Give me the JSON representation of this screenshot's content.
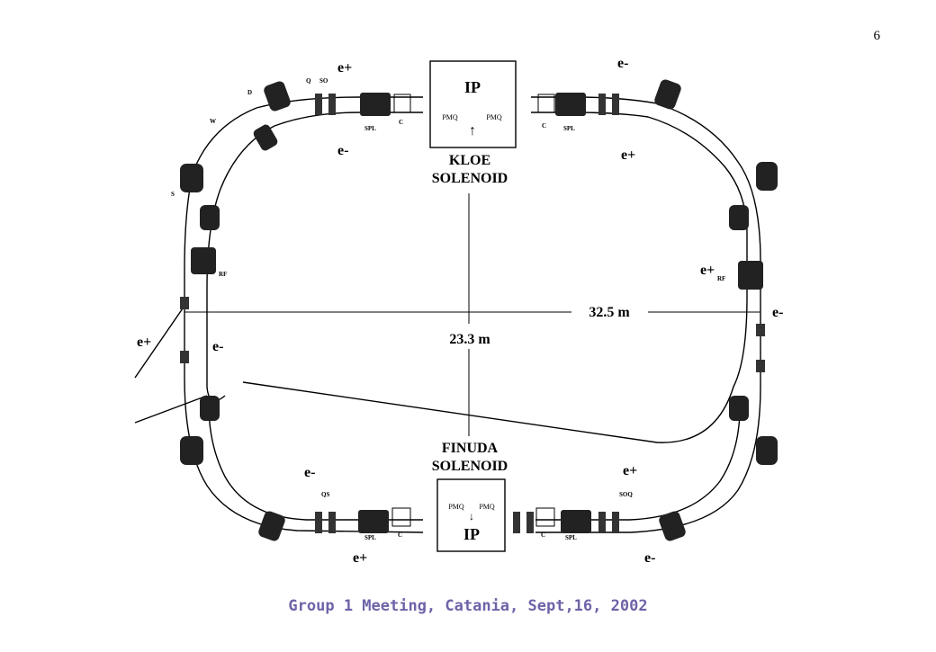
{
  "page_number": "6",
  "footer": "Group 1 Meeting, Catania, Sept,16, 2002",
  "colors": {
    "footer_text": "#6e63a8",
    "ink": "#000000"
  },
  "top_ip": {
    "label": "IP",
    "pmq_left": "PMQ",
    "pmq_right": "PMQ",
    "arrow": "↑"
  },
  "bottom_ip": {
    "label": "IP",
    "pmq_left": "PMQ",
    "pmq_right": "PMQ",
    "arrow": "↓"
  },
  "solenoids": {
    "top": [
      "KLOE",
      "SOLENOID"
    ],
    "bottom": [
      "FINUDA",
      "SOLENOID"
    ]
  },
  "dimensions": {
    "width": "32.5 m",
    "height": "23.3 m"
  },
  "particles": {
    "e_plus": "e+",
    "e_minus": "e-"
  },
  "element_labels": {
    "spl": "SPL",
    "c": "C",
    "rf": "RF",
    "d": "D",
    "q": "Q",
    "s": "S",
    "w": "W",
    "so": "SO",
    "qs": "QS",
    "so_q": "SOQ"
  }
}
